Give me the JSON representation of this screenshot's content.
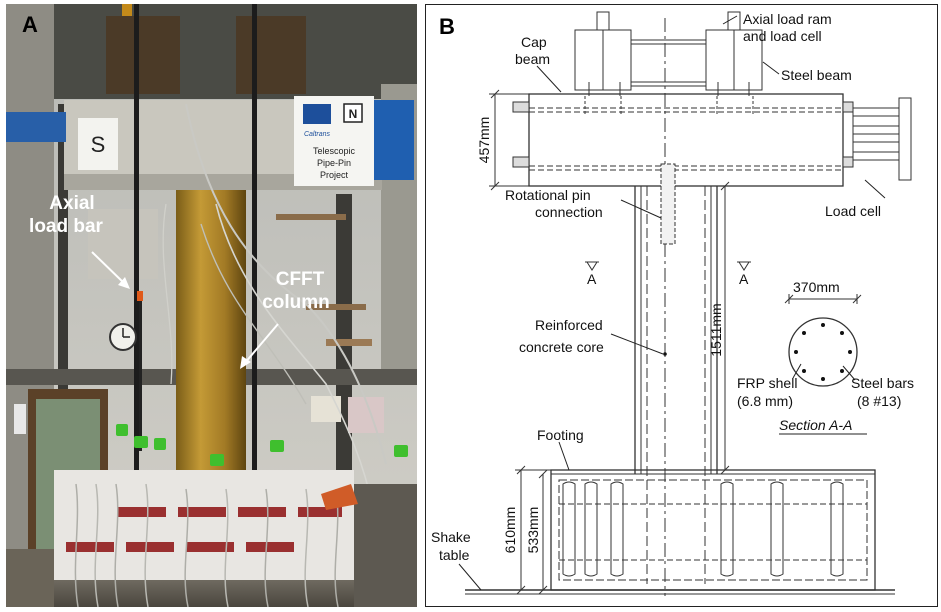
{
  "panel_a": {
    "letter": "A",
    "labels": {
      "axial_load_bar_line1": "Axial",
      "axial_load_bar_line2": "load bar",
      "cfft_column_line1": "CFFT",
      "cfft_column_line2": "column"
    },
    "sign": {
      "letter": "S",
      "line1": "Telescopic",
      "line2": "Pipe-Pin",
      "line3": "Project",
      "logo_text": "Caltrans"
    }
  },
  "panel_b": {
    "letter": "B",
    "labels": {
      "cap_beam_line1": "Cap",
      "cap_beam_line2": "beam",
      "axial_ram_line1": "Axial load ram",
      "axial_ram_line2": "and load cell",
      "steel_beam": "Steel beam",
      "load_cell": "Load cell",
      "pin_line1": "Rotational pin",
      "pin_line2": "connection",
      "section_mark_left": "A",
      "section_mark_right": "A",
      "core_line1": "Reinforced",
      "core_line2": "concrete core",
      "frp_line1": "FRP shell",
      "frp_line2": "(6.8 mm)",
      "bars_line1": "Steel bars",
      "bars_line2": "(8 #13)",
      "section_title": "Section A-A",
      "footing": "Footing",
      "shake_line1": "Shake",
      "shake_line2": "table"
    },
    "dimensions": {
      "cap_depth": "457mm",
      "column_height": "1511mm",
      "diameter": "370mm",
      "footing_total": "610mm",
      "footing_depth": "533mm"
    }
  }
}
